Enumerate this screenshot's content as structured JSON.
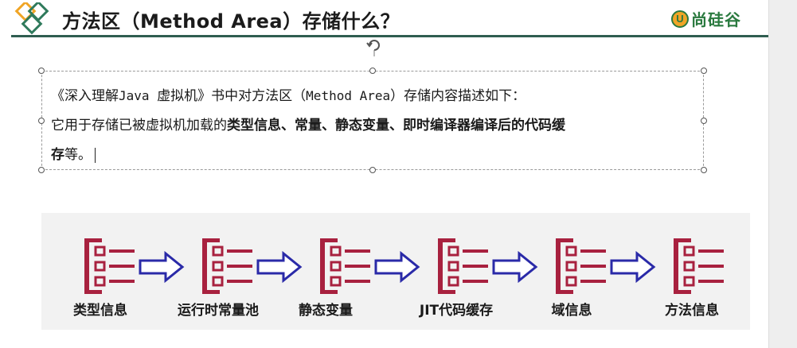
{
  "header": {
    "title": "方法区（Method Area）存储什么？",
    "brand_logo_letter": "U",
    "brand_name": "尚硅谷"
  },
  "textbox": {
    "line1_prefix": "《深入理解",
    "line1_mono_java": "Java ",
    "line1_mid": "虚拟机》书中对方法区（",
    "line1_mono_method": "Method Area",
    "line1_suffix": "）存储内容描述如下：",
    "line2_normal": "它用于存储已被虚拟机加载的",
    "line2_bold": "类型信息、常量、静态变量、即时编译器编译后的代码缓",
    "line3_bold": "存",
    "line3_normal": "等。"
  },
  "diagram": {
    "nodes": [
      {
        "label": "类型信息"
      },
      {
        "label": "运行时常量池"
      },
      {
        "label": "静态变量"
      },
      {
        "label": "JIT代码缓存"
      },
      {
        "label": "域信息"
      },
      {
        "label": "方法信息"
      }
    ]
  },
  "colors": {
    "icon_red": "#a8213f",
    "arrow_blue": "#2a2aa8",
    "header_line": "#2f5d50",
    "brand_green": "#2a7a3f",
    "brand_orange": "#f0a526",
    "diamond_green": "#2f7a5c",
    "diamond_orange": "#f0a526"
  },
  "icons": {
    "list_icon": "list-icon",
    "arrow_icon": "right-arrow-icon",
    "rotate_icon": "rotate-handle-icon"
  }
}
